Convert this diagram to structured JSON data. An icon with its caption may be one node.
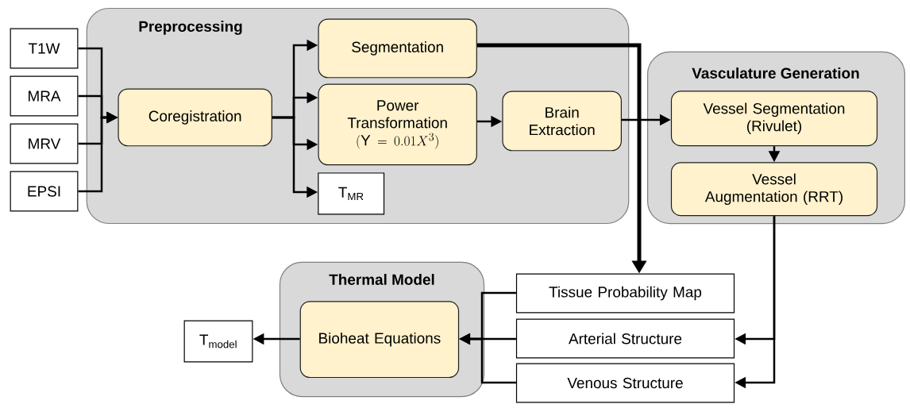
{
  "diagram": {
    "nodes": [
      {
        "text": [
          "Preprocessing"
        ]
      },
      {
        "text": [
          "T1W"
        ]
      },
      {
        "text": [
          "MRA"
        ]
      },
      {
        "text": [
          "MRV"
        ]
      },
      {
        "text": [
          "EPSI"
        ]
      },
      {
        "text": [
          "Coregistration"
        ],
        "in": 0
      },
      {
        "text": [
          "Segmentation"
        ],
        "in": 0
      },
      {
        "text": [
          "Power Transformation",
          "(\\mathrm{Y}=0.01X^{3})"
        ],
        "in": 0
      },
      {
        "text": [
          "T$_{MR}$"
        ],
        "in": 0
      },
      {
        "text": [
          "Brain Extraction"
        ],
        "in": 0
      },
      {
        "text": [
          "Vasculature Generation"
        ]
      },
      {
        "text": [
          "Vessel Segmentation (Rivulet)"
        ],
        "in": 10
      },
      {
        "text": [
          "Vessel Augmentation (RRT)"
        ],
        "in": 10
      },
      {
        "text": [
          "Thermal Model"
        ]
      },
      {
        "text": [
          "Bioheat Equations"
        ],
        "in": 13
      },
      {
        "text": [
          "T$_{model}$"
        ]
      },
      {
        "text": [
          "Tissue Probability Map"
        ]
      },
      {
        "text": [
          "Arterial Structure"
        ]
      },
      {
        "text": [
          "Venous Structure"
        ]
      }
    ],
    "edges": [
      {
        "from": 1,
        "to": 5,
        "arrow": "to"
      },
      {
        "from": 2,
        "to": 5,
        "arrow": "to"
      },
      {
        "from": 3,
        "to": 5,
        "arrow": "to"
      },
      {
        "from": 4,
        "to": 5,
        "arrow": "to"
      },
      {
        "from": 5,
        "to": 6,
        "arrow": "to"
      },
      {
        "from": 5,
        "to": 7,
        "arrow": "to"
      },
      {
        "from": 5,
        "to": 7,
        "arrow": "to"
      },
      {
        "from": 5,
        "to": 8,
        "arrow": "to"
      },
      {
        "from": 7,
        "to": 9,
        "arrow": "to"
      },
      {
        "from": 9,
        "to": 11,
        "arrow": "to"
      },
      {
        "from": 6,
        "to": 16,
        "arrow": "to",
        "style": "thick"
      },
      {
        "from": 11,
        "to": 12,
        "arrow": "to"
      },
      {
        "from": 12,
        "to": 17,
        "arrow": "to"
      },
      {
        "from": 12,
        "to": 18,
        "arrow": "to"
      },
      {
        "from": 16,
        "to": 14,
        "arrow": "to"
      },
      {
        "from": 17,
        "to": 14,
        "arrow": "to"
      },
      {
        "from": 18,
        "to": 14,
        "arrow": "to"
      },
      {
        "from": 14,
        "to": 15,
        "arrow": "to"
      }
    ]
  }
}
